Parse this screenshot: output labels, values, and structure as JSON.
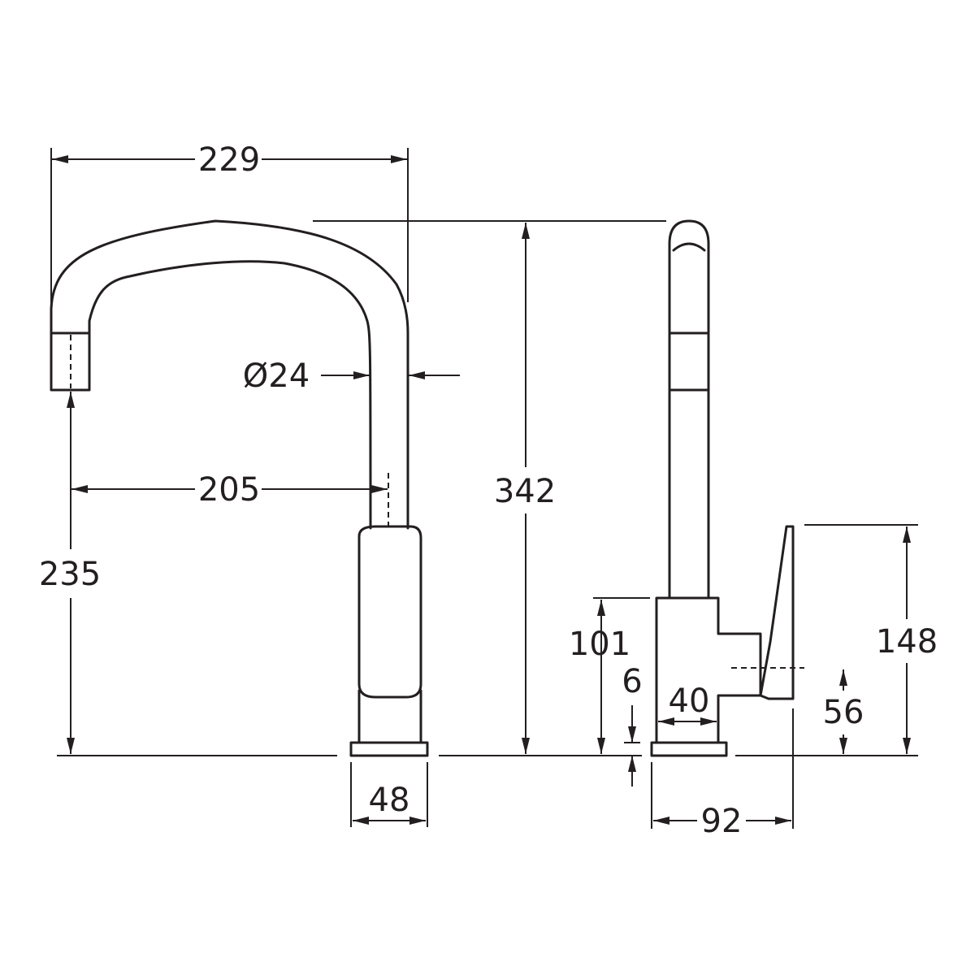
{
  "dimensions": {
    "spout_reach_total": "229",
    "spout_diameter": "Ø24",
    "spout_reach": "205",
    "spout_height": "235",
    "overall_height": "342",
    "base_diameter": "48",
    "handle_height": "148",
    "body_height": "101",
    "base_thickness": "6",
    "body_width": "40",
    "lever_axis_height": "56",
    "overall_depth": "92"
  },
  "colors": {
    "line": "#231f20",
    "background": "#ffffff"
  }
}
